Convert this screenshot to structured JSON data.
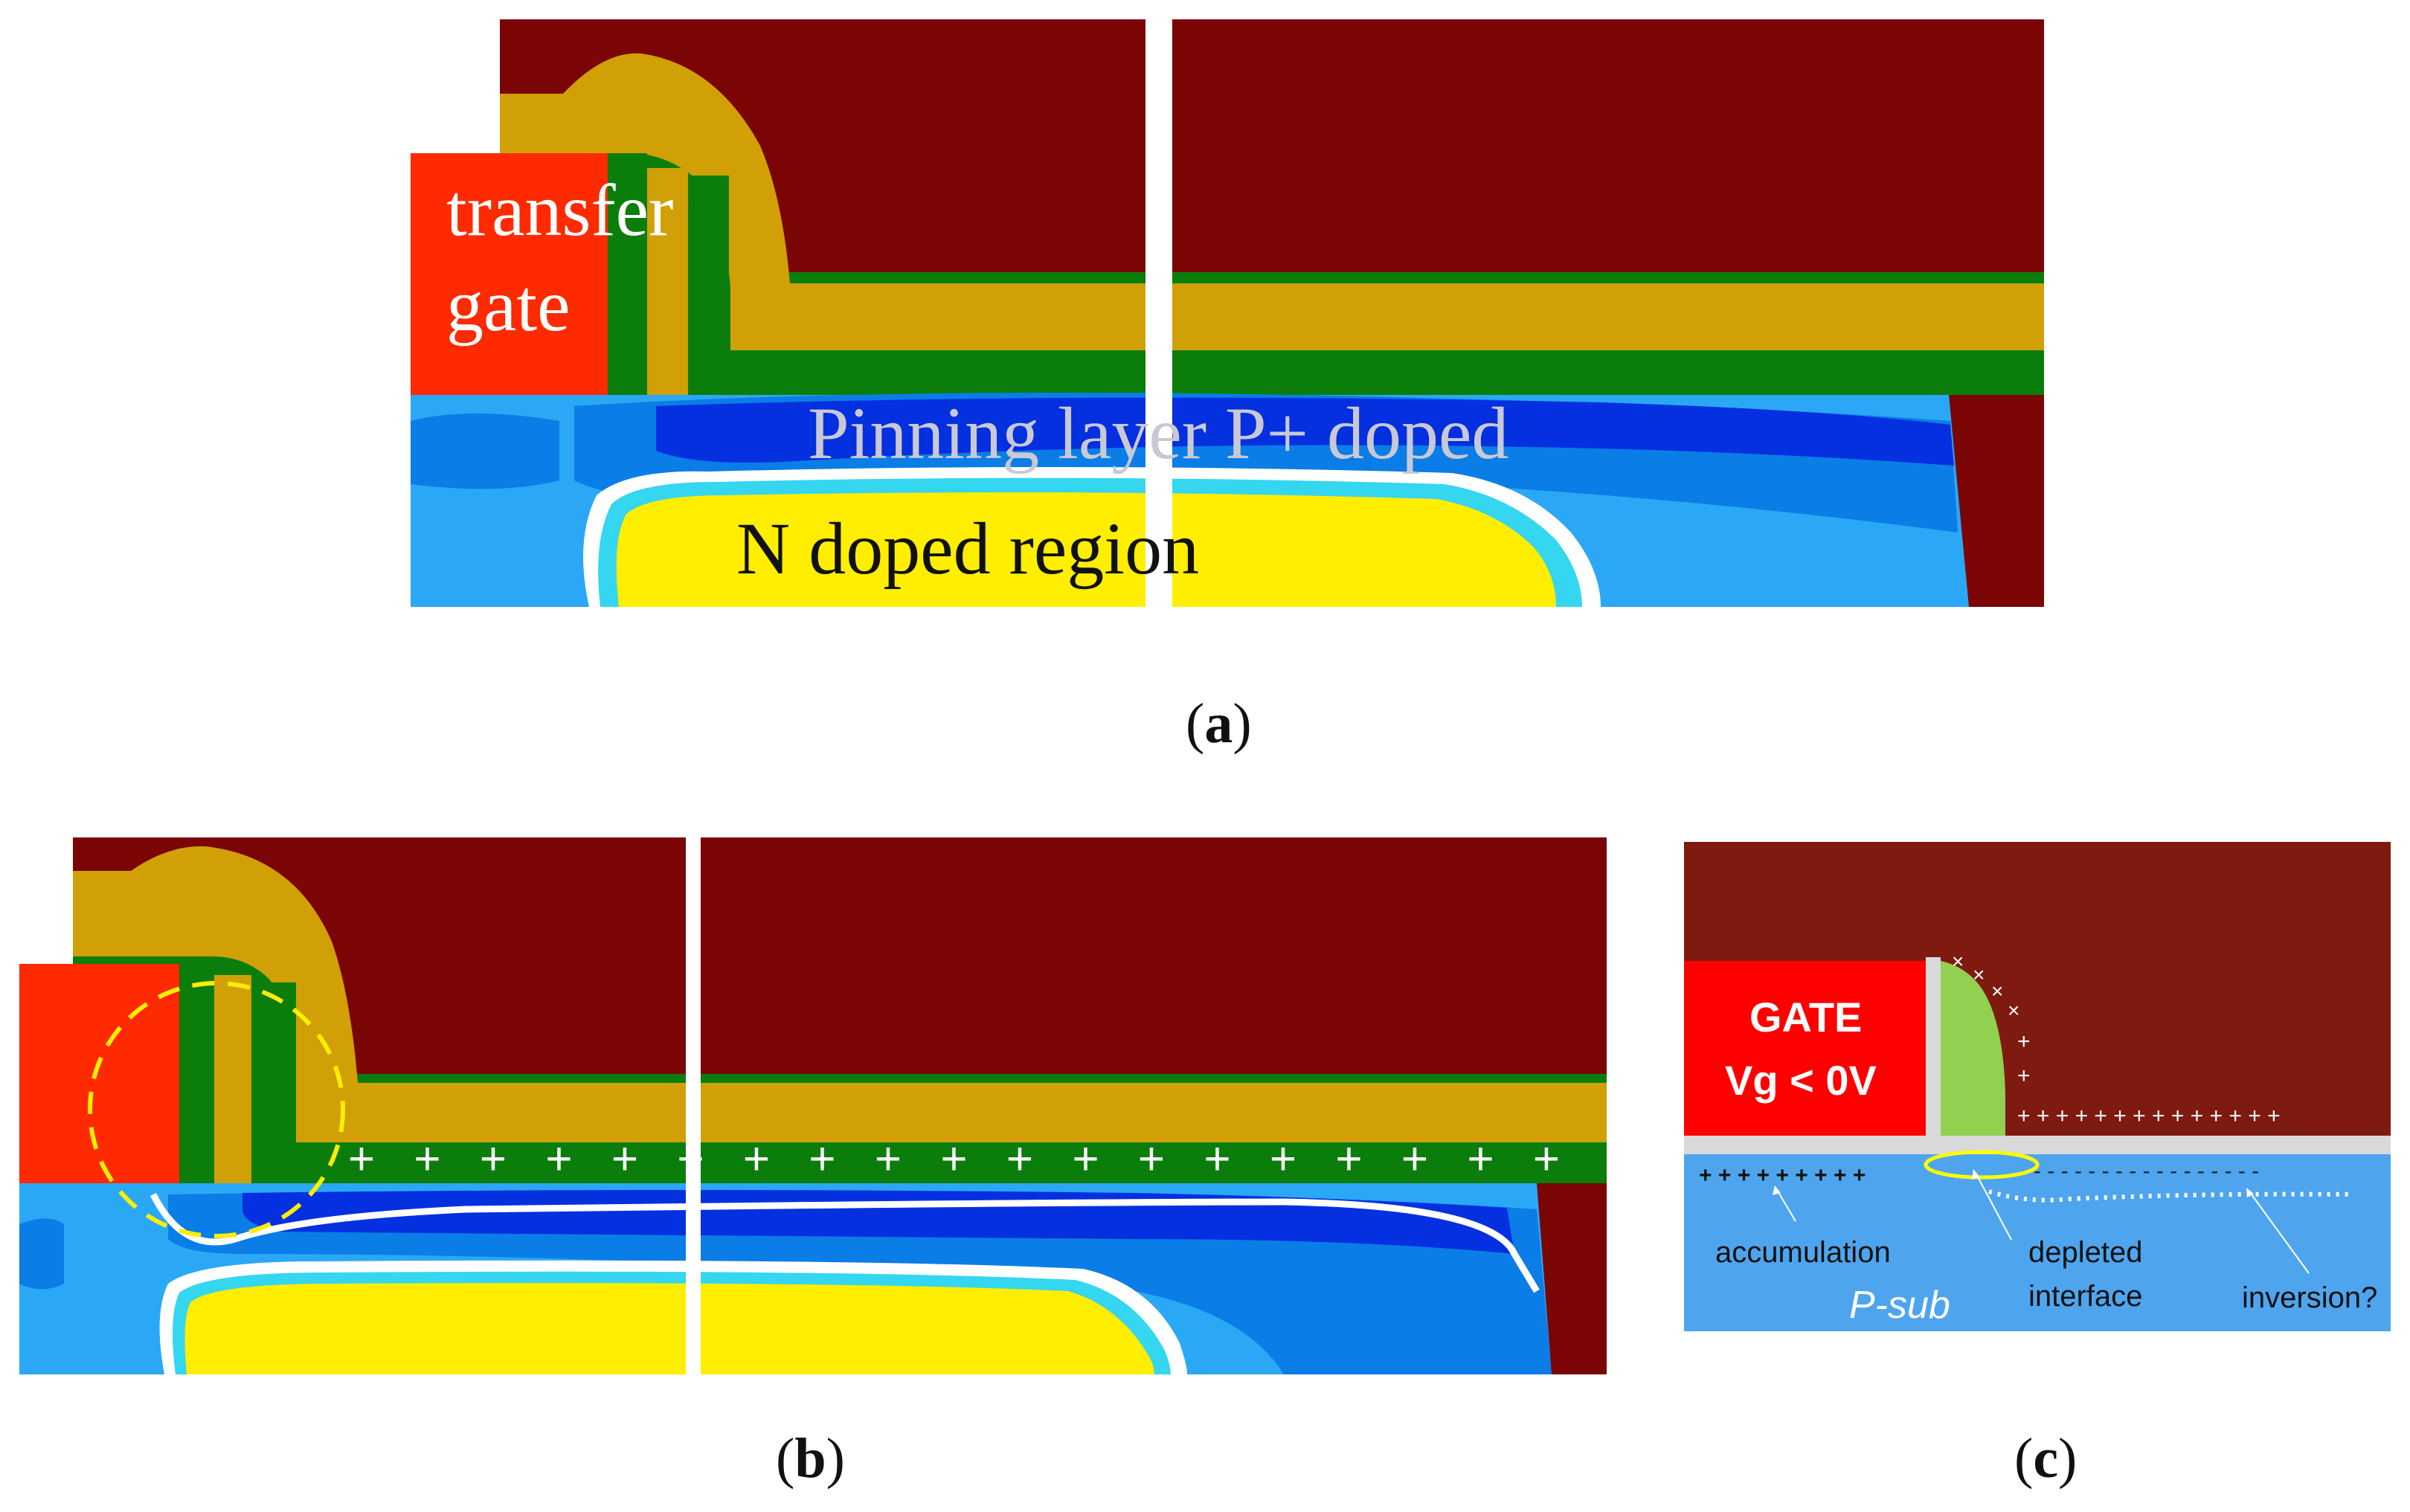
{
  "colors": {
    "oxide_dark_red": "#7b0505",
    "gold_layer": "#d0a006",
    "green_layer": "#0b7d0b",
    "gate_red": "#ff2a00",
    "light_blue": "#2aa8f5",
    "mid_blue": "#0a7de6",
    "deep_blue": "#0530e0",
    "cyan": "#35d6f0",
    "yellow": "#ffee00",
    "white": "#ffffff",
    "c_bg_red": "#7e1a10",
    "c_gate_red": "#ff0000",
    "c_spacer_green": "#92d050",
    "c_sub_blue": "#4ea5ee",
    "c_marker_yellow": "#ffff00"
  },
  "panel_a": {
    "gate_label_line1": "transfer",
    "gate_label_line2": "gate",
    "pinning_label": "Pinning layer P+ doped",
    "n_region_label": "N doped region",
    "caption_letter": "a"
  },
  "panel_b": {
    "plus_sign": "+",
    "plus_count": 19,
    "caption_letter": "b"
  },
  "panel_c": {
    "gate_label_line1": "GATE",
    "gate_label_line2": "Vg < 0V",
    "spacer_charges": "+ + + + + + + + + + + + + +",
    "accumulation_charges": "+ + + + + + + + +",
    "inversion_charges": "- - - - - - - - - - - - - - - - -",
    "accumulation_label": "accumulation",
    "depleted_label_line1": "depleted",
    "depleted_label_line2": "interface",
    "inversion_label": "inversion?",
    "substrate_label": "P-sub",
    "caption_letter": "c"
  }
}
